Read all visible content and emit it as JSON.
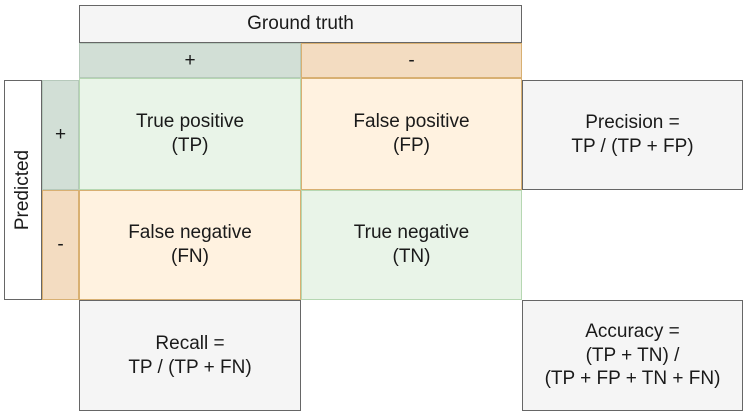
{
  "ground_truth": {
    "title": "Ground truth",
    "positive": "+",
    "negative": "-"
  },
  "predicted": {
    "title": "Predicted",
    "positive": "+",
    "negative": "-"
  },
  "cells": {
    "tp": {
      "line1": "True positive",
      "line2": "(TP)"
    },
    "fp": {
      "line1": "False positive",
      "line2": "(FP)"
    },
    "fn": {
      "line1": "False negative",
      "line2": "(FN)"
    },
    "tn": {
      "line1": "True negative",
      "line2": "(TN)"
    }
  },
  "metrics": {
    "precision": {
      "line1": "Precision =",
      "line2": "TP / (TP + FP)"
    },
    "recall": {
      "line1": "Recall =",
      "line2": "TP / (TP + FN)"
    },
    "accuracy": {
      "line1": "Accuracy =",
      "line2": "(TP + TN) /",
      "line3": "(TP + FP + TN + FN)"
    }
  },
  "colors": {
    "positive_header": "#d2dfd6",
    "negative_header": "#f3dcc1",
    "correct_cell": "#e9f4e8",
    "error_cell": "#fff2e0",
    "metric_box": "#f5f5f5"
  }
}
